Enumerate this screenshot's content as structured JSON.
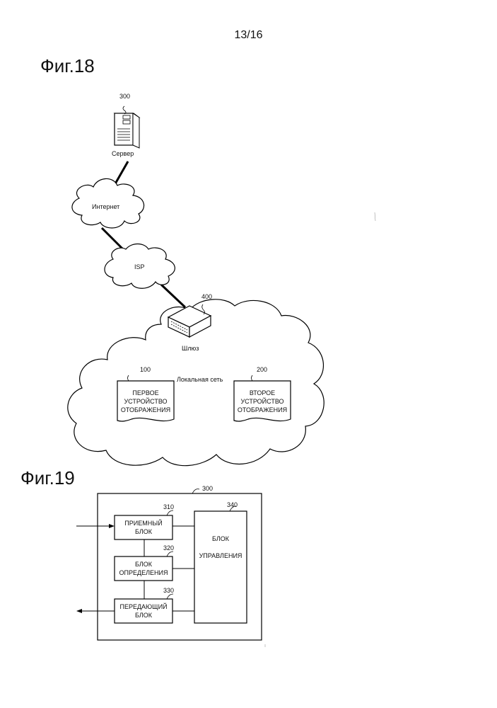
{
  "page": {
    "number": "13/16"
  },
  "fig18": {
    "title": "Фиг.18",
    "server": {
      "ref": "300",
      "label": "Сервер"
    },
    "internet": {
      "label": "Интернет"
    },
    "isp": {
      "label": "ISP"
    },
    "gateway": {
      "ref": "400",
      "label": "Шлюз"
    },
    "lan": {
      "label": "Локальная сеть"
    },
    "device1": {
      "ref": "100",
      "label": "ПЕРВОЕ\nУСТРОЙСТВО\nОТОБРАЖЕНИЯ"
    },
    "device2": {
      "ref": "200",
      "label": "ВТОРОЕ\nУСТРОЙСТВО\nОТОБРАЖЕНИЯ"
    }
  },
  "fig19": {
    "title": "Фиг.19",
    "server": {
      "ref": "300"
    },
    "receiver": {
      "ref": "310",
      "label": "ПРИЕМНЫЙ\nБЛОК"
    },
    "determiner": {
      "ref": "320",
      "label": "БЛОК\nОПРЕДЕЛЕНИЯ"
    },
    "transmitter": {
      "ref": "330",
      "label": "ПЕРЕДАЮЩИЙ\nБЛОК"
    },
    "controller": {
      "ref": "340",
      "label": "БЛОК\n\nУПРАВЛЕНИЯ"
    }
  }
}
